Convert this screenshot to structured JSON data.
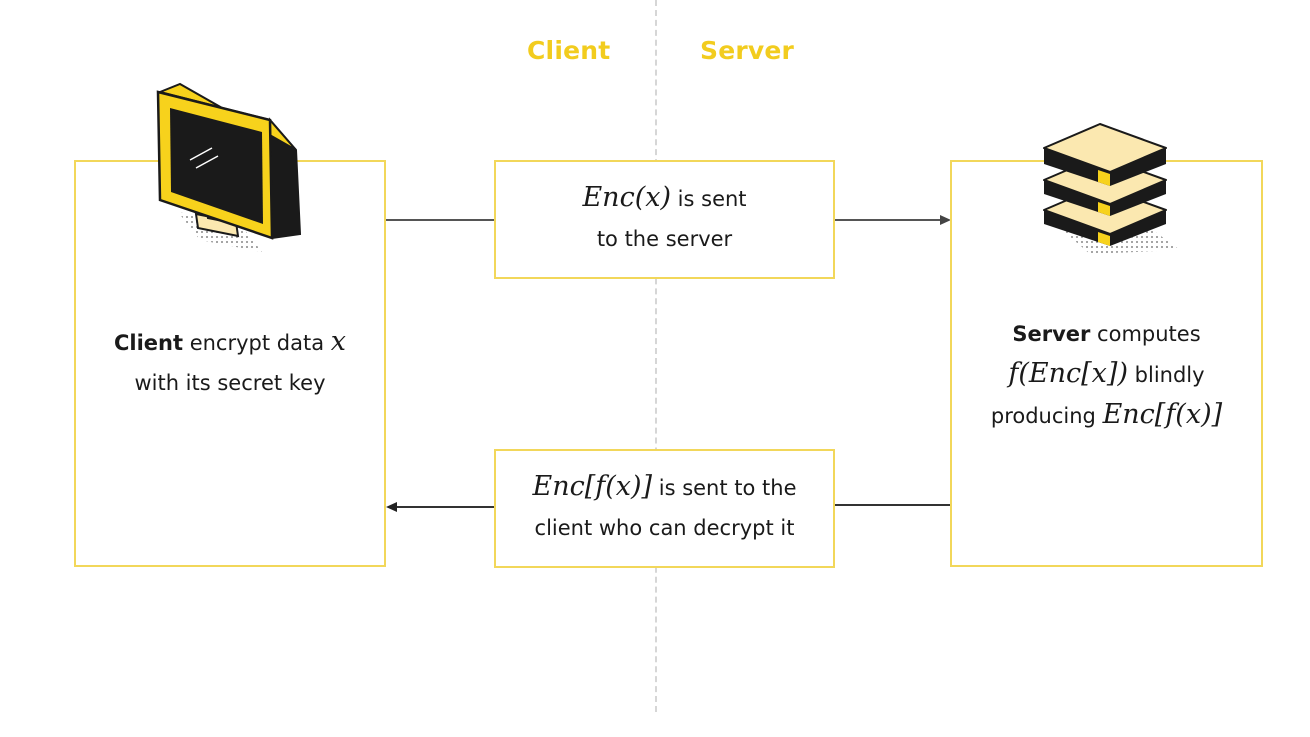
{
  "labels": {
    "client": "Client",
    "server": "Server"
  },
  "client_box": {
    "title": "Client",
    "line1_text": "encrypt data",
    "line1_math": "x",
    "line2": "with its secret key"
  },
  "server_box": {
    "title": "Server",
    "line1_text": "computes",
    "line2_math": "f(Enc[x])",
    "line2_text": "blindly",
    "line3_text": "producing",
    "line3_math": "Enc[f(x)]"
  },
  "top_message": {
    "math": "Enc(x)",
    "line1_text": "is sent",
    "line2": "to the server"
  },
  "bottom_message": {
    "math": "Enc[f(x)]",
    "line1_text": "is sent to the",
    "line2": "client who can decrypt it"
  },
  "colors": {
    "accent": "#f2cc1e",
    "box_border": "#f2d75a",
    "icon_yellow": "#f7d21c",
    "icon_cream": "#fbe8b0",
    "ink": "#1a1a1a"
  },
  "icons": [
    "monitor-icon",
    "server-stack-icon"
  ]
}
